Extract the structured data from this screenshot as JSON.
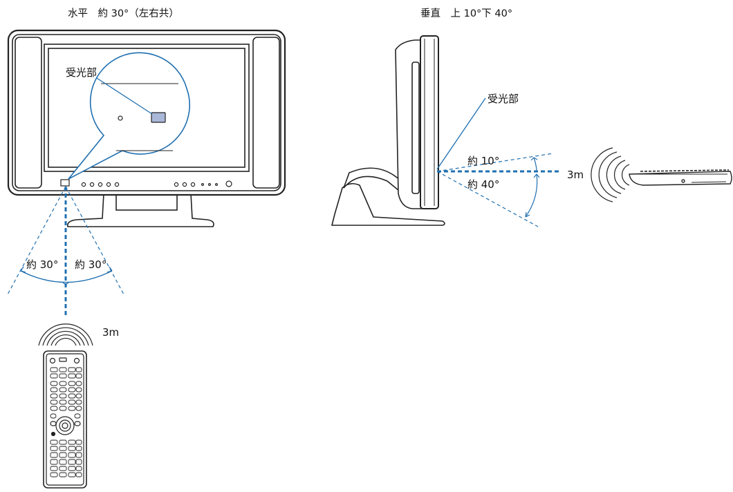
{
  "titles": {
    "horizontal": "水平　約 30°（左右共）",
    "vertical": "垂直　上 10°下 40°"
  },
  "labels": {
    "receiver_front": "受光部",
    "receiver_side": "受光部",
    "angle_left": "約 30°",
    "angle_right": "約 30°",
    "distance_front": "3m",
    "angle_up": "約 10°",
    "angle_down": "約 40°",
    "distance_side": "3m"
  },
  "colors": {
    "beam": "#1f6fb0",
    "line": "#222222",
    "receiver_fill": "#a9b8d8"
  }
}
